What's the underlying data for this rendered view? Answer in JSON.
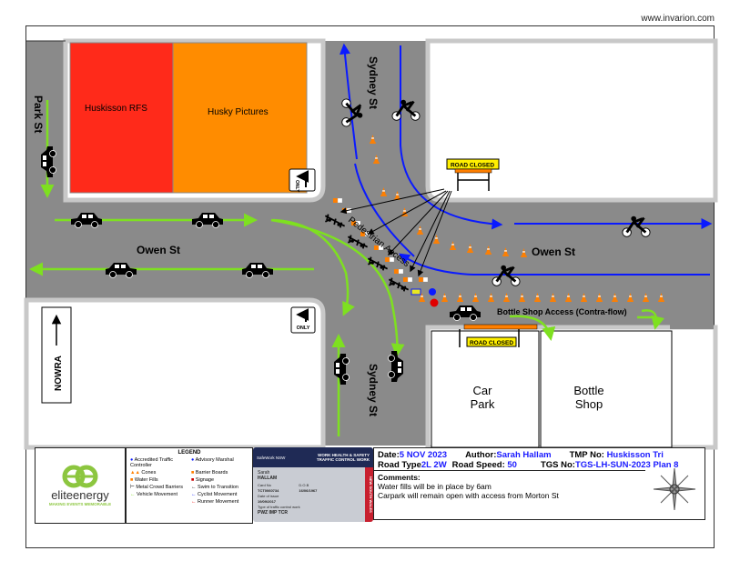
{
  "site_url": "www.invarion.com",
  "streets": {
    "park": "Park St",
    "sydney_top": "Sydney St",
    "sydney_bottom": "Sydney St",
    "owen_left": "Owen St",
    "owen_right": "Owen St"
  },
  "buildings": {
    "rfs": "Huskisson RFS",
    "pictures": "Husky Pictures",
    "car_park_1": "Car",
    "car_park_2": "Park",
    "bottle_1": "Bottle",
    "bottle_2": "Shop"
  },
  "signs": {
    "only_1": "ONLY",
    "only_2": "ONLY",
    "road_closed_1": "ROAD CLOSED",
    "road_closed_2": "ROAD CLOSED",
    "nowra": "NOWRA"
  },
  "labels": {
    "pedestrian_access": "Pedestrian Access",
    "bottle_shop_access": "Bottle Shop Access (Contra-flow)"
  },
  "colors": {
    "rfs": "#ff2a1a",
    "pictures": "#ff8c00",
    "vehicle": "#7ee020",
    "cyclist": "#0a1aff",
    "road": "#8a8a8a",
    "cone": "#ff7f00"
  },
  "logo": {
    "name": "eliteenergy",
    "tagline": "MAKING EVENTS MEMORABLE"
  },
  "legend": {
    "title": "LEGEND",
    "items": [
      "Accredited Traffic Controller",
      "Advisory Marshal",
      "Cones",
      "Water Fills",
      "Barrier Boards",
      "Signage",
      "Metal Crowd Barriers",
      "Swim to Transition",
      "Vehicle Movement",
      "Cyclist Movement",
      "Runner Movement"
    ]
  },
  "card": {
    "agency": "SafeWork NSW",
    "title_1": "WORK HEALTH & SAFETY",
    "title_2": "TRAFFIC CONTROL WORK",
    "first_name": "Sarah",
    "last_name": "HALLAM",
    "card_no_label": "Card No",
    "card_no": "TCT0060734",
    "dob_label": "D.O.B",
    "dob": "16/06/1967",
    "issue_label": "Date of issue",
    "issue": "19/09/2017",
    "type_label": "Type of traffic control work",
    "type": "PWZ IMP TCR",
    "state": "NEW SOUTH WALES"
  },
  "info": {
    "date_label": "Date:",
    "date": "5 NOV 2023",
    "author_label": "Author:",
    "author": "Sarah Hallam",
    "tmp_label": "TMP No:",
    "tmp": "Huskisson Tri",
    "road_type_label": "Road Type",
    "road_type": "2L 2W",
    "speed_label": "Road Speed:",
    "speed": "50",
    "tgs_label": "TGS No:",
    "tgs": "TGS-LH-SUN-2023 Plan 8",
    "comments_label": "Comments:",
    "comments": [
      "Water fills will be in place by 6am",
      "Carpark will remain open with access from Morton St"
    ]
  }
}
